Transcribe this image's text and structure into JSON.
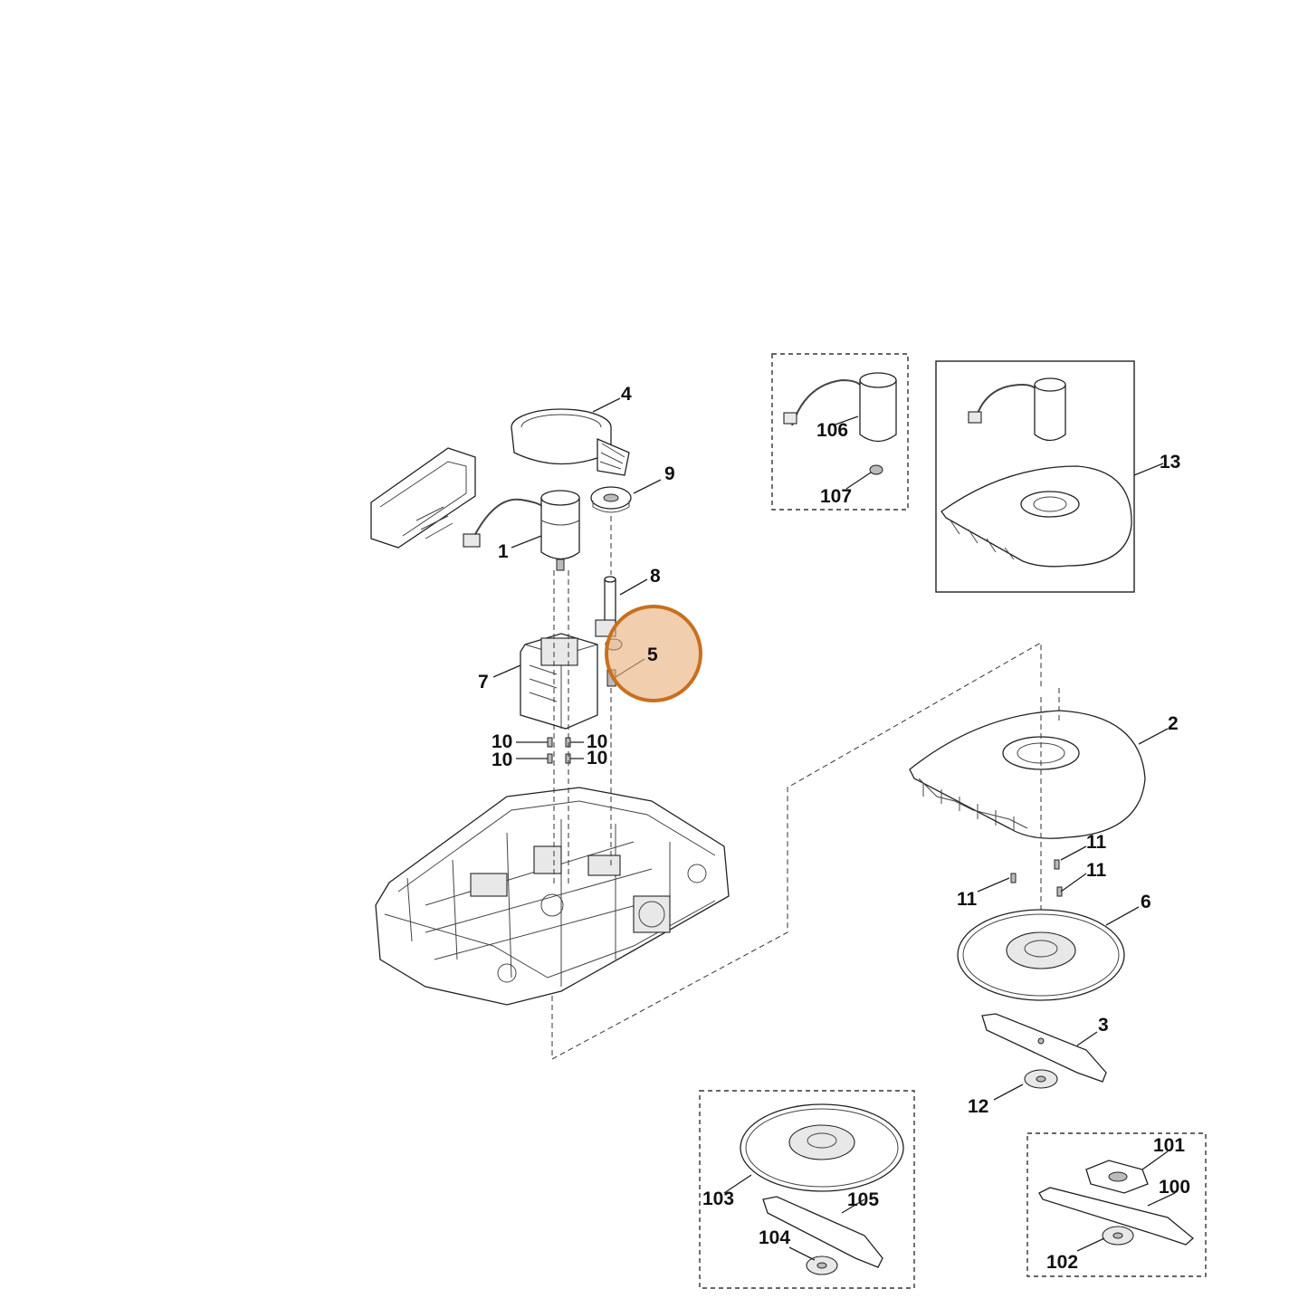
{
  "diagram": {
    "highlighted_part": "5",
    "highlight_color": "#d9822b",
    "parts": {
      "p1": "1",
      "p2": "2",
      "p3": "3",
      "p4": "4",
      "p5": "5",
      "p6": "6",
      "p7": "7",
      "p8": "8",
      "p9": "9",
      "p10a": "10",
      "p10b": "10",
      "p10c": "10",
      "p10d": "10",
      "p11a": "11",
      "p11b": "11",
      "p11c": "11",
      "p12": "12",
      "p13": "13",
      "p100": "100",
      "p101": "101",
      "p102": "102",
      "p103": "103",
      "p104": "104",
      "p105": "105",
      "p106": "106",
      "p107": "107"
    }
  }
}
